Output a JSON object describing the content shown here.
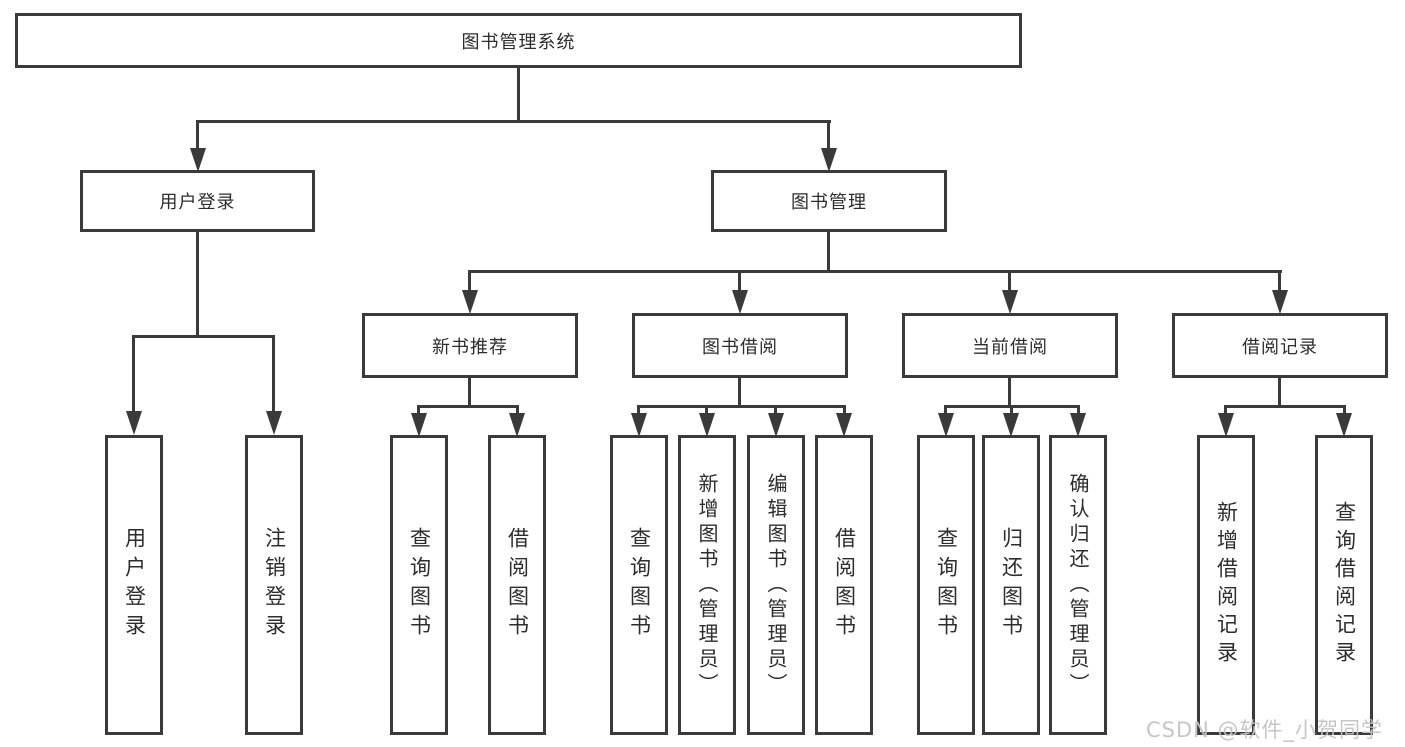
{
  "diagram": {
    "type": "hierarchy-tree",
    "colors": {
      "line": "#3a3a3a",
      "node_border": "#3a3a3a",
      "node_fill": "#ffffff",
      "text": "#2d2d2d",
      "watermark": "#c3c3c3",
      "background": "#ffffff"
    }
  },
  "tree": {
    "label": "图书管理系统",
    "children": [
      {
        "label": "用户登录",
        "children": [
          {
            "label": "用户登录"
          },
          {
            "label": "注销登录"
          }
        ]
      },
      {
        "label": "图书管理",
        "children": [
          {
            "label": "新书推荐",
            "children": [
              {
                "label": "查询图书"
              },
              {
                "label": "借阅图书"
              }
            ]
          },
          {
            "label": "图书借阅",
            "children": [
              {
                "label": "查询图书"
              },
              {
                "label": "新增图书（管理员）"
              },
              {
                "label": "编辑图书（管理员）"
              },
              {
                "label": "借阅图书"
              }
            ]
          },
          {
            "label": "当前借阅",
            "children": [
              {
                "label": "查询图书"
              },
              {
                "label": "归还图书"
              },
              {
                "label": "确认归还（管理员）"
              }
            ]
          },
          {
            "label": "借阅记录",
            "children": [
              {
                "label": "新增借阅记录"
              },
              {
                "label": "查询借阅记录"
              }
            ]
          }
        ]
      }
    ]
  },
  "watermark": {
    "text": "CSDN @软件_小贺同学"
  }
}
